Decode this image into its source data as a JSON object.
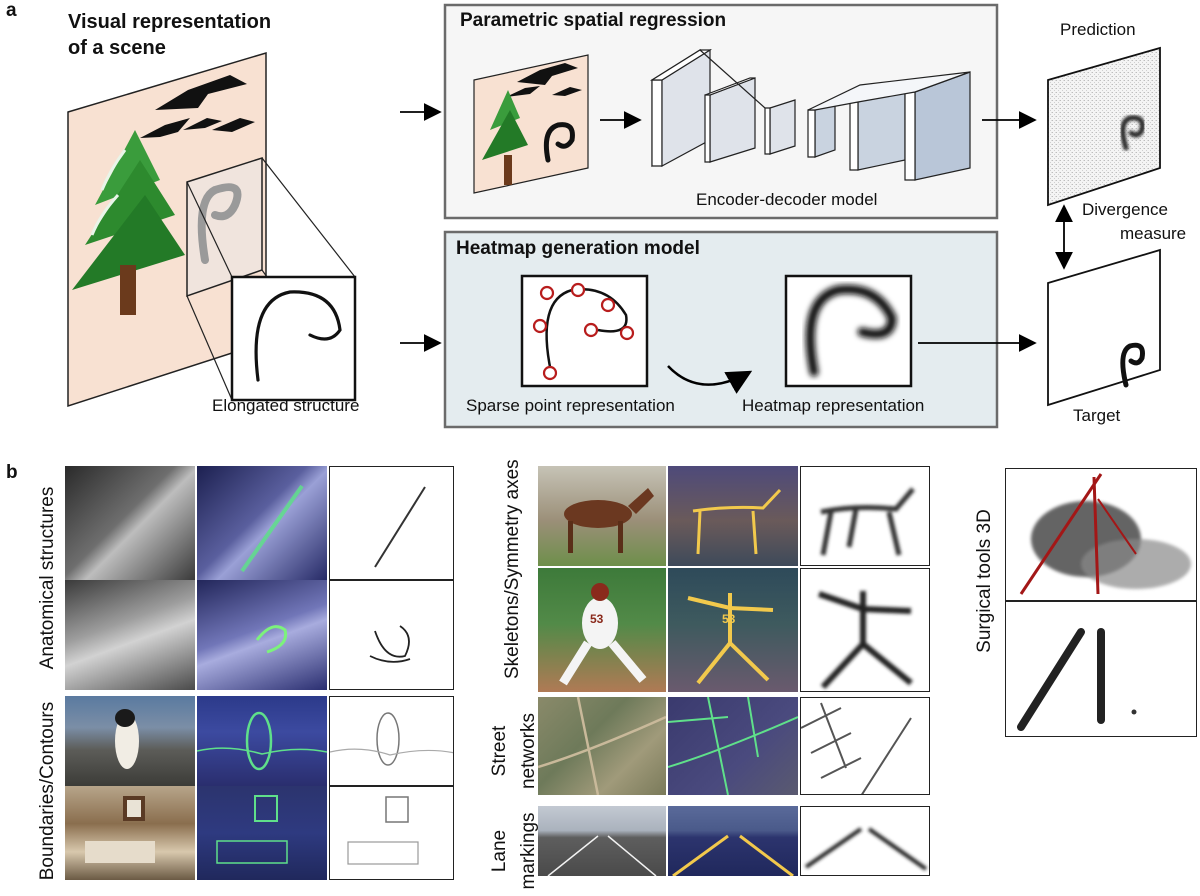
{
  "panel_a": {
    "label": "a",
    "scene_title_line1": "Visual representation",
    "scene_title_line2": "of a scene",
    "elongated_caption": "Elongated structure",
    "regression_box_title": "Parametric spatial regression",
    "encoder_caption": "Encoder-decoder model",
    "heatmap_box_title": "Heatmap generation model",
    "sparse_caption": "Sparse point representation",
    "heatmap_caption": "Heatmap representation",
    "prediction_label": "Prediction",
    "divergence_line1": "Divergence",
    "divergence_line2": "measure",
    "target_label": "Target"
  },
  "panel_b": {
    "label": "b",
    "anatomical": "Anatomical structures",
    "boundaries": "Boundaries/Contours",
    "skeletons": "Skeletons/Symmetry axes",
    "street_line1": "Street",
    "street_line2": "networks",
    "lane_line1": "Lane",
    "lane_line2": "markings",
    "surgical": "Surgical tools 3D",
    "jersey_number": "53"
  },
  "colors": {
    "scene_bg": "#f8e1d2",
    "regression_box_bg": "#f6f6f6",
    "heatmap_box_bg": "#e4ecef",
    "point_red": "#b81d1d",
    "tree_green": "#2d8a2e"
  }
}
